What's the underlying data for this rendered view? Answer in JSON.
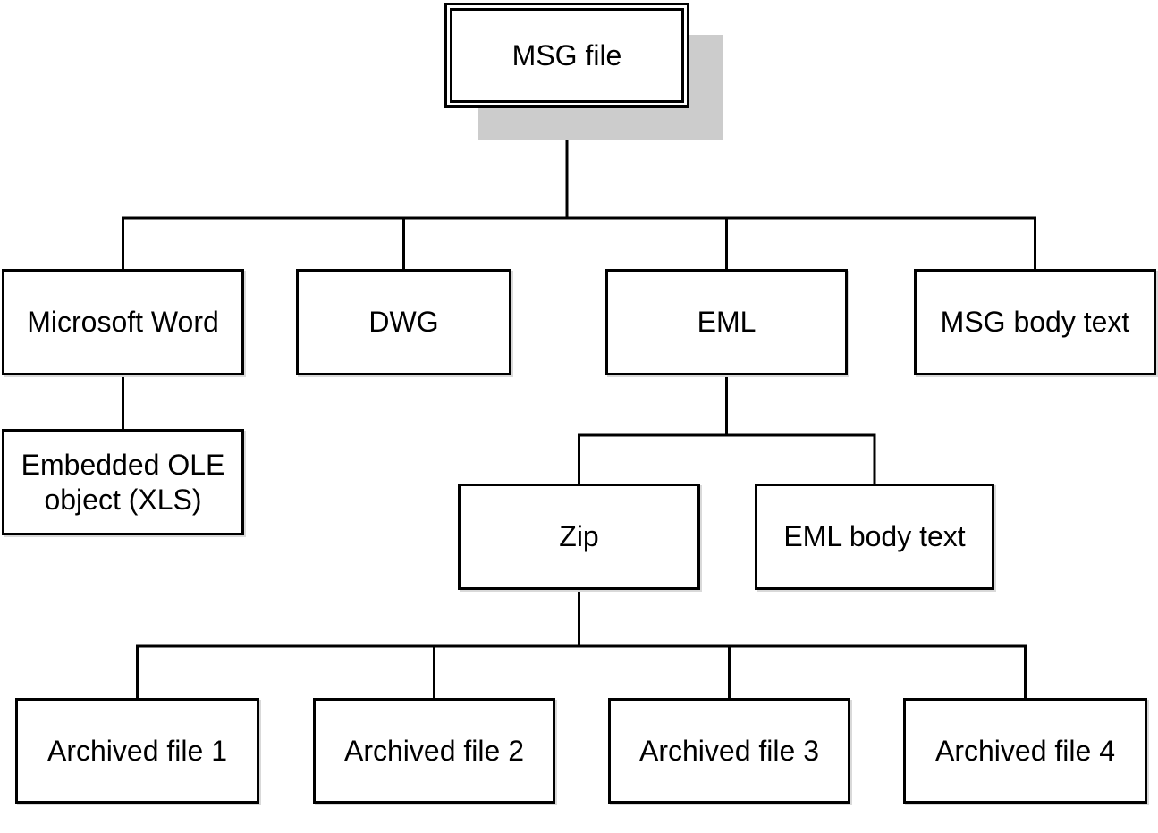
{
  "diagram": {
    "type": "tree",
    "nodes": {
      "msg_file": {
        "label": "MSG file"
      },
      "microsoft_word": {
        "label": "Microsoft Word"
      },
      "dwg": {
        "label": "DWG"
      },
      "eml": {
        "label": "EML"
      },
      "msg_body_text": {
        "label": "MSG body text"
      },
      "embedded_ole": {
        "label": "Embedded OLE object (XLS)"
      },
      "zip": {
        "label": "Zip"
      },
      "eml_body_text": {
        "label": "EML body text"
      },
      "archived_file_1": {
        "label": "Archived file 1"
      },
      "archived_file_2": {
        "label": "Archived file 2"
      },
      "archived_file_3": {
        "label": "Archived file 3"
      },
      "archived_file_4": {
        "label": "Archived file 4"
      }
    },
    "edges": [
      {
        "from": "MSG file",
        "to": "Microsoft Word"
      },
      {
        "from": "MSG file",
        "to": "DWG"
      },
      {
        "from": "MSG file",
        "to": "EML"
      },
      {
        "from": "MSG file",
        "to": "MSG body text"
      },
      {
        "from": "Microsoft Word",
        "to": "Embedded OLE object (XLS)"
      },
      {
        "from": "EML",
        "to": "Zip"
      },
      {
        "from": "EML",
        "to": "EML body text"
      },
      {
        "from": "Zip",
        "to": "Archived file 1"
      },
      {
        "from": "Zip",
        "to": "Archived file 2"
      },
      {
        "from": "Zip",
        "to": "Archived file 3"
      },
      {
        "from": "Zip",
        "to": "Archived file 4"
      }
    ],
    "colors": {
      "background": "#ffffff",
      "box_border": "#000000",
      "connector": "#000000",
      "text": "#000000",
      "root_shadow": "#cccccc",
      "box_shadow": "#d9d9d9"
    }
  }
}
